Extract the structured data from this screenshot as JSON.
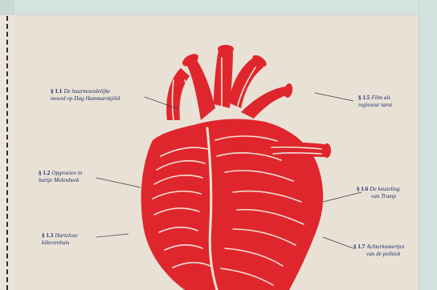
{
  "annotations": {
    "a1": {
      "section": "§ 1.1",
      "line1": "De huurmoordelijke",
      "line2": "moord op Dag Hammarskjöld"
    },
    "a2": {
      "section": "§ 1.2",
      "line1": "Opgroeien in",
      "line2": "hartje Molenbeek"
    },
    "a3": {
      "section": "§ 1.3",
      "line1": "Harteloze",
      "line2": "kiltevenhuis"
    },
    "a4": {
      "section": "§ 1.5",
      "line1": "Film als",
      "line2": "regisseur tarot"
    },
    "a5": {
      "section": "§ 1.6",
      "line1": "De keuzeling",
      "line2": "van Trump"
    },
    "a6": {
      "section": "§ 1.7",
      "line1": "Achterkamertjes",
      "line2": "van de politiek"
    }
  },
  "colors": {
    "heart_red": "#e0262d",
    "heart_dark": "#b9141c",
    "paper": "#e9e1d6",
    "label_ink": "#1f2f66"
  },
  "illustration": "anatomical-heart"
}
